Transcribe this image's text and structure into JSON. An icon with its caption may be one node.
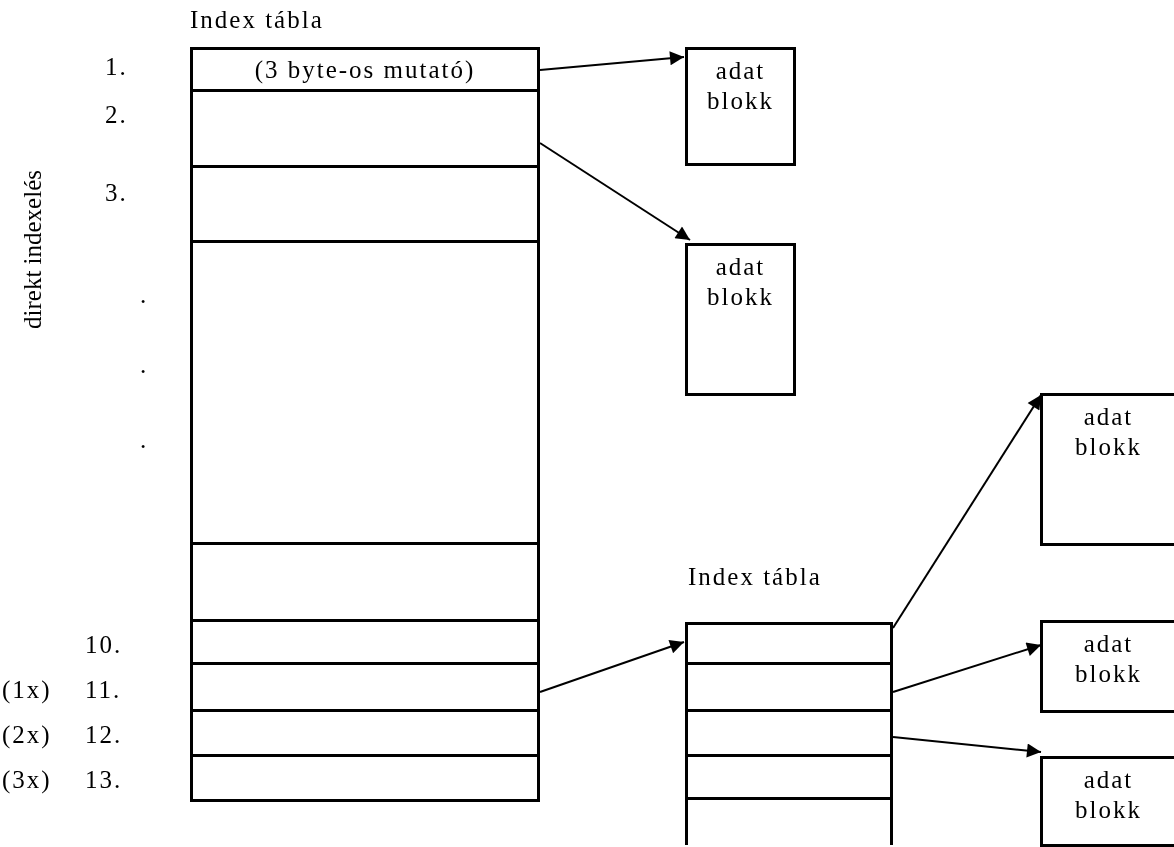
{
  "diagram": {
    "nodes": [
      {
        "text": [
          "Index tábla"
        ]
      },
      {
        "text": [
          "(3 byte-os mutató)"
        ],
        "in": 0,
        "beside": [
          "1."
        ]
      },
      {
        "text": [],
        "shape": "box",
        "in": 0,
        "beside": [
          "2."
        ]
      },
      {
        "text": [],
        "shape": "box",
        "in": 0,
        "beside": [
          "3."
        ]
      },
      {
        "text": [],
        "shape": "box",
        "in": 0,
        "beside": [
          ".",
          ".",
          "."
        ]
      },
      {
        "text": [],
        "shape": "box",
        "in": 0
      },
      {
        "text": [],
        "shape": "box",
        "in": 0,
        "beside": [
          "10."
        ]
      },
      {
        "text": [],
        "shape": "box",
        "in": 0,
        "beside": [
          "(1x)",
          "11."
        ]
      },
      {
        "text": [],
        "shape": "box",
        "in": 0,
        "beside": [
          "(2x)",
          "12."
        ]
      },
      {
        "text": [],
        "shape": "box",
        "in": 0,
        "beside": [
          "(3x)",
          "13."
        ]
      },
      {
        "text": [
          "adat blokk"
        ]
      },
      {
        "text": [
          "adat blokk"
        ]
      },
      {
        "text": [
          "Index tábla"
        ]
      },
      {
        "text": [],
        "shape": "box",
        "in": 12
      },
      {
        "text": [],
        "shape": "box",
        "in": 12
      },
      {
        "text": [],
        "shape": "box",
        "in": 12
      },
      {
        "text": [],
        "shape": "box",
        "in": 12
      },
      {
        "text": [],
        "shape": "box",
        "in": 12
      },
      {
        "text": [
          "adat blokk"
        ]
      },
      {
        "text": [
          "adat blokk"
        ]
      },
      {
        "text": [
          "adat blokk"
        ]
      }
    ],
    "edges": [
      {
        "from": 1,
        "to": 10,
        "arrow": "to"
      },
      {
        "from": 2,
        "to": 11,
        "arrow": "to"
      },
      {
        "from": 7,
        "to": 12,
        "arrow": "to"
      },
      {
        "from": 13,
        "to": 18,
        "arrow": "to"
      },
      {
        "from": 14,
        "to": 19,
        "arrow": "to"
      },
      {
        "from": 15,
        "to": 20,
        "arrow": "to"
      }
    ],
    "labels": [
      "direkt indexelés"
    ]
  }
}
